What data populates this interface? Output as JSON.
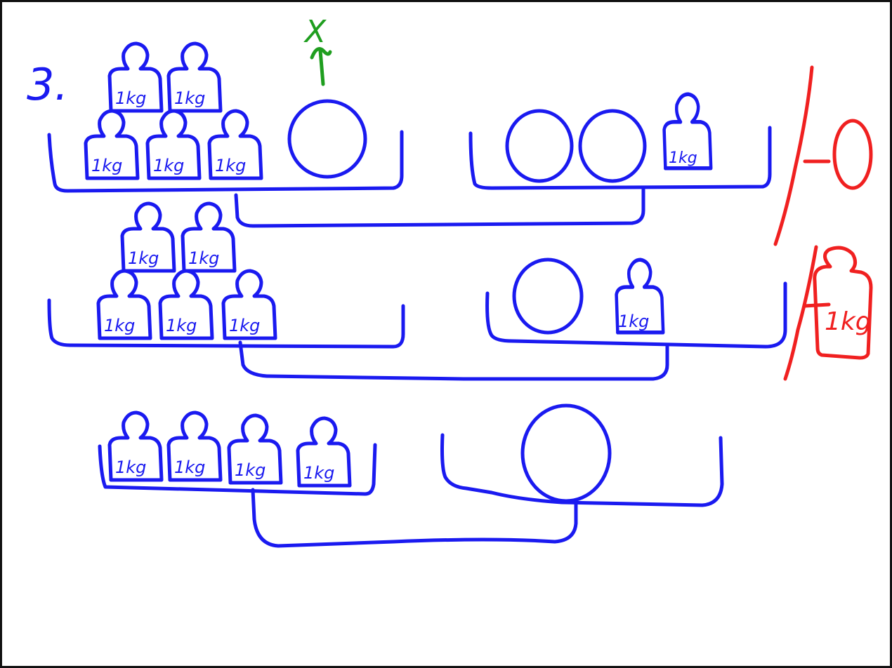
{
  "problem": {
    "number_label": "3."
  },
  "weight": {
    "label": "1kg"
  },
  "unknown": {
    "label": "X"
  },
  "operations": {
    "first": {
      "symbol": "/-O"
    },
    "second": {
      "symbol": "/-",
      "weight_label": "1kg"
    }
  },
  "colors": {
    "ink": "#1a1af0",
    "annotation": "#f02020",
    "highlight": "#1f9e1f"
  }
}
